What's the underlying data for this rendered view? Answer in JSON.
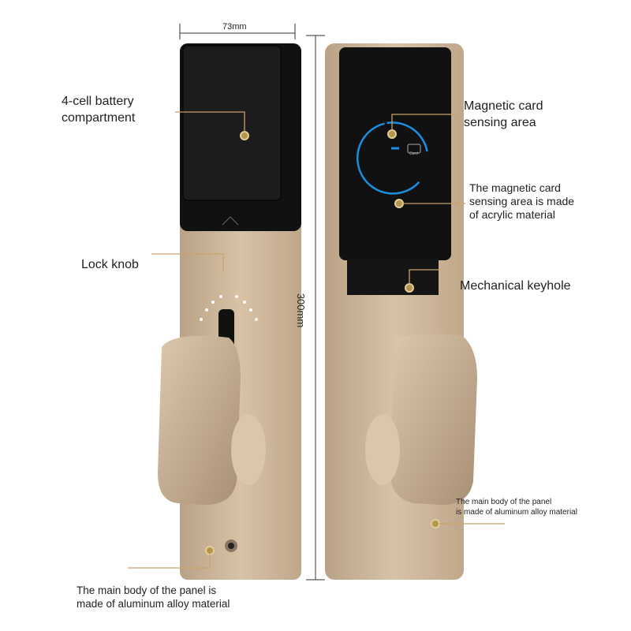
{
  "dimensions": {
    "width": "73mm",
    "height": "300mm"
  },
  "callouts": {
    "battery": [
      "4-cell battery",
      "compartment"
    ],
    "card_area": [
      "Magnetic card",
      "sensing area"
    ],
    "acrylic": [
      "The magnetic card",
      "sensing area is made",
      "of acrylic material"
    ],
    "knob": "Lock knob",
    "keyhole": "Mechanical keyhole",
    "body_right": [
      "The main body of the panel",
      "is made of aluminum alloy material"
    ],
    "body_left": [
      "The main body of the panel is",
      "made of aluminum alloy material"
    ]
  },
  "card_icon_label": "Card",
  "colors": {
    "gold": "#cdb597",
    "black": "#111111",
    "accent_blue": "#1a8fe0",
    "leader": "#c9a36a"
  }
}
